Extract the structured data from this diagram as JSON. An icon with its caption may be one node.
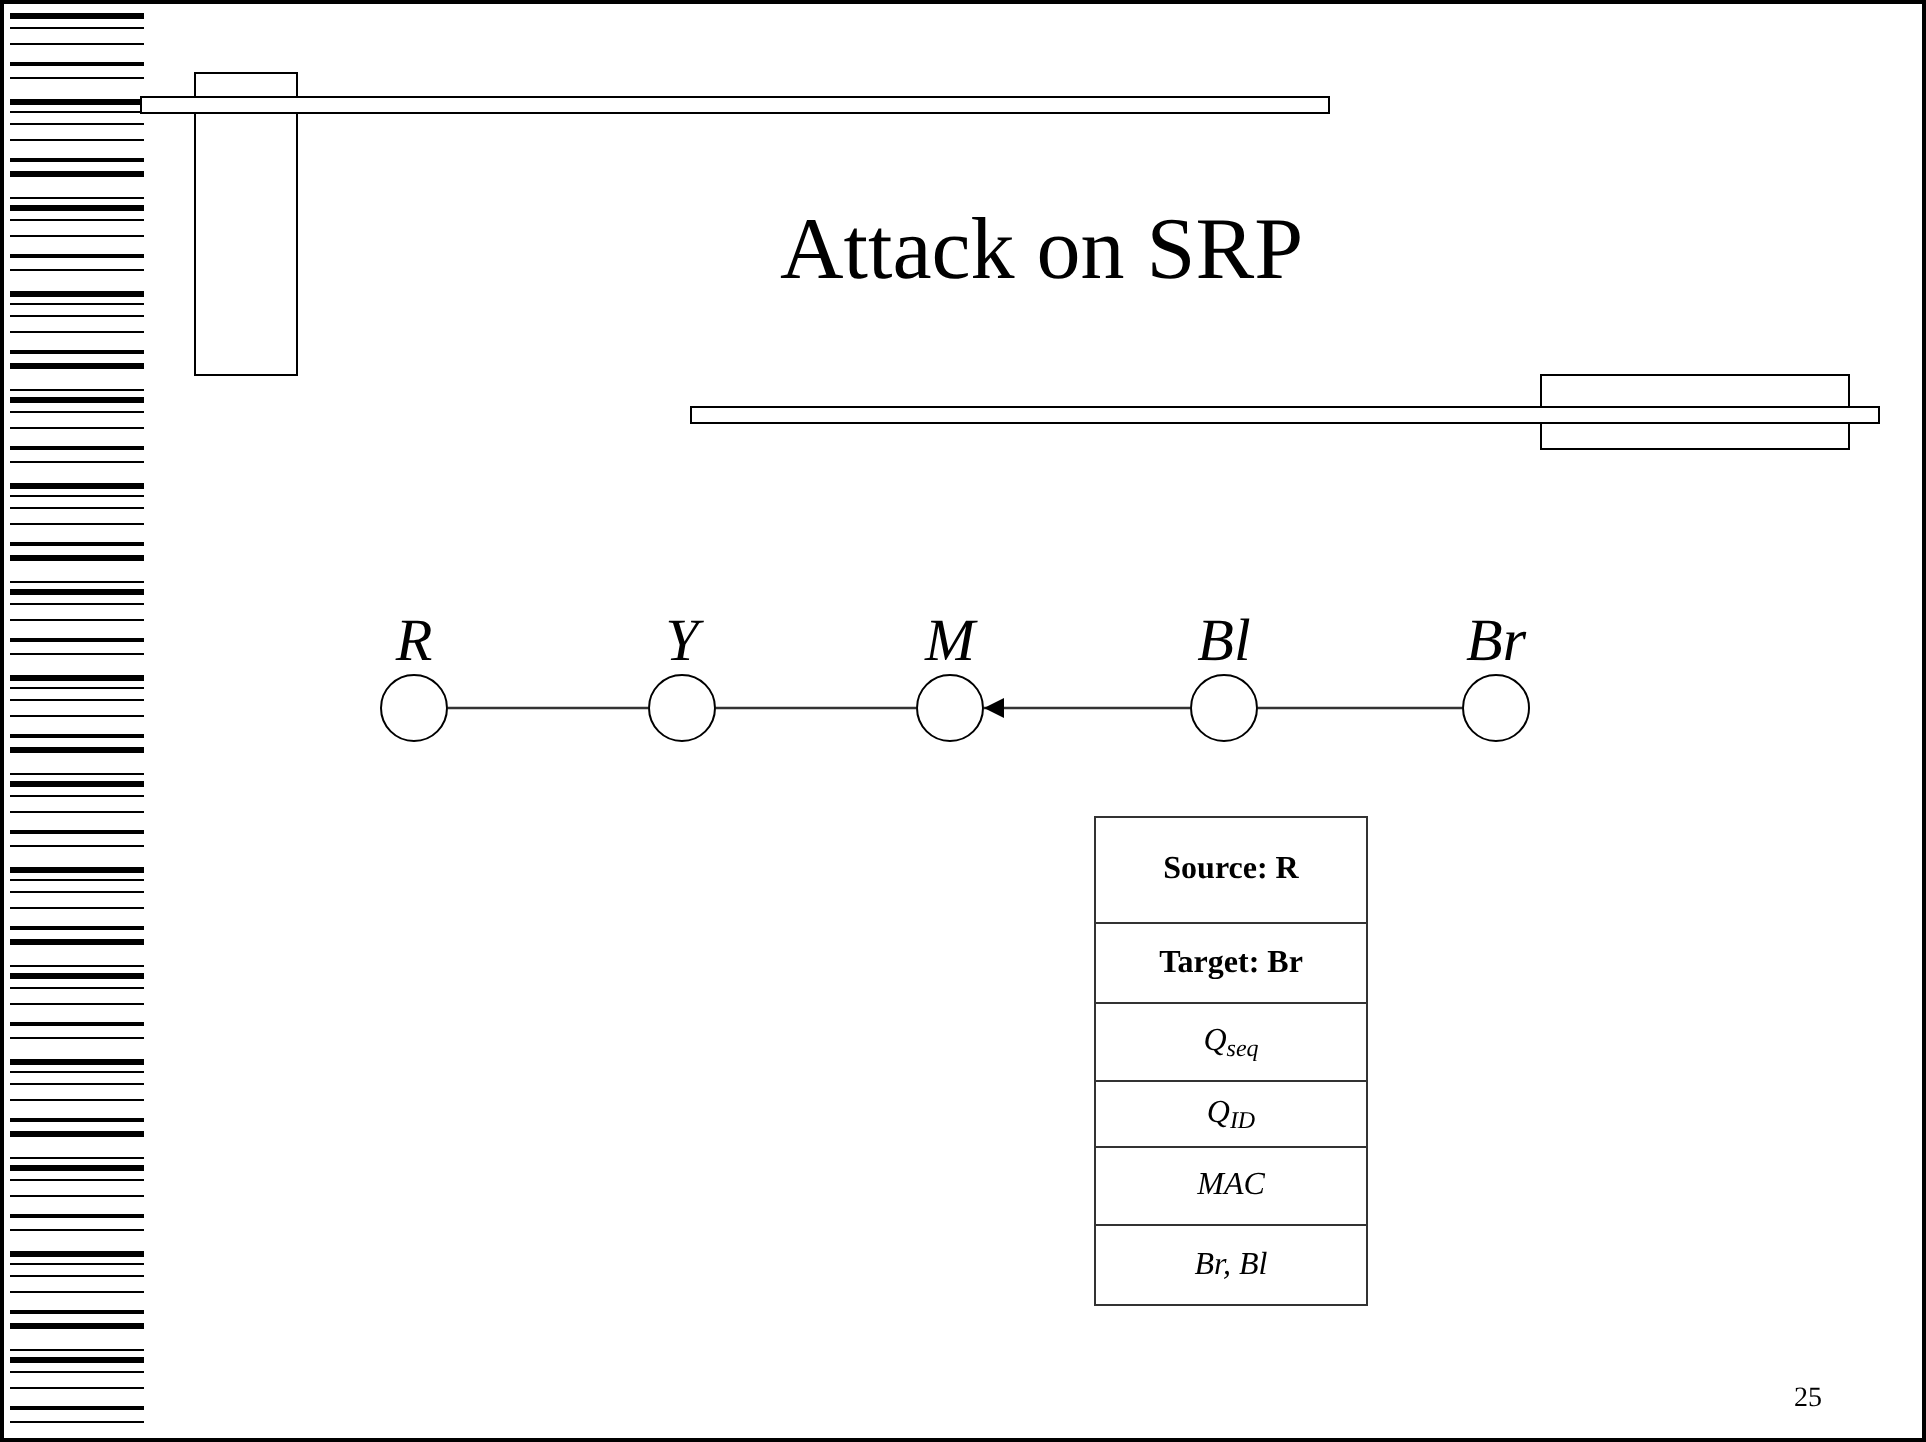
{
  "diagram": {
    "title": "Attack on SRP",
    "nodes": [
      {
        "text": [
          "R"
        ]
      },
      {
        "text": [
          "Y"
        ]
      },
      {
        "text": [
          "M"
        ]
      },
      {
        "text": [
          "Bl"
        ]
      },
      {
        "text": [
          "Br"
        ]
      }
    ],
    "edges": [
      {
        "from": 0,
        "to": 1,
        "arrow": "none"
      },
      {
        "from": 1,
        "to": 2,
        "arrow": "none"
      },
      {
        "from": 3,
        "to": 2,
        "arrow": "to"
      },
      {
        "from": 3,
        "to": 4,
        "arrow": "none"
      }
    ],
    "labels": [
      "Source: R",
      "Target: Br",
      "Q$_{seq}$",
      "Q$_{ID}$",
      "MAC",
      "Br, Bl",
      "25"
    ]
  }
}
